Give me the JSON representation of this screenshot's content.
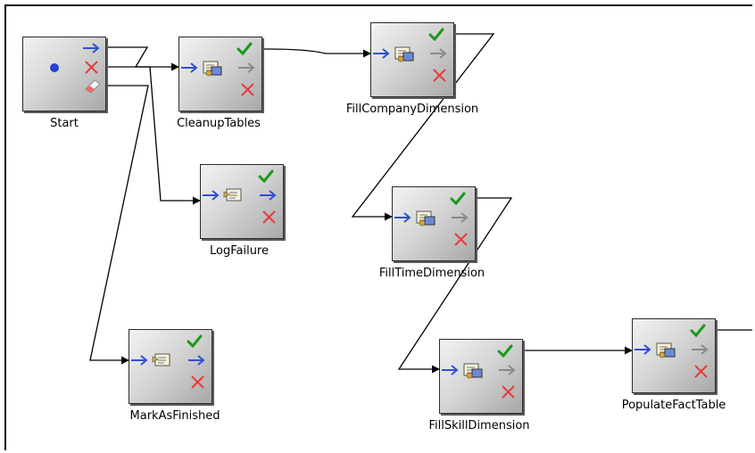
{
  "colors": {
    "node_face": "#d6d6d6",
    "success_check": "#1a9a1a",
    "failure_x": "#e83a3a",
    "flow_arrow": "#3050d0",
    "completion_arrow": "#8a8a8a",
    "start_dot": "#2a40d0",
    "connector_line": "#000000"
  },
  "nodes": {
    "start": {
      "label": "Start",
      "type": "start"
    },
    "cleanup": {
      "label": "CleanupTables",
      "type": "sql"
    },
    "fill_company": {
      "label": "FillCompanyDimension",
      "type": "sql"
    },
    "log_failure": {
      "label": "LogFailure",
      "type": "exec"
    },
    "fill_time": {
      "label": "FillTimeDimension",
      "type": "sql"
    },
    "mark_finished": {
      "label": "MarkAsFinished",
      "type": "exec"
    },
    "fill_skill": {
      "label": "FillSkillDimension",
      "type": "sql"
    },
    "populate_fact": {
      "label": "PopulateFactTable",
      "type": "sql"
    }
  },
  "icons": {
    "success": "check-icon",
    "failure": "cross-icon",
    "next": "arrow-right-icon",
    "completion": "arrow-right-icon",
    "start": "circle-dot-icon",
    "eraser": "eraser-icon",
    "sql_activity": "sql-activity-icon",
    "exec_activity": "log-activity-icon"
  }
}
